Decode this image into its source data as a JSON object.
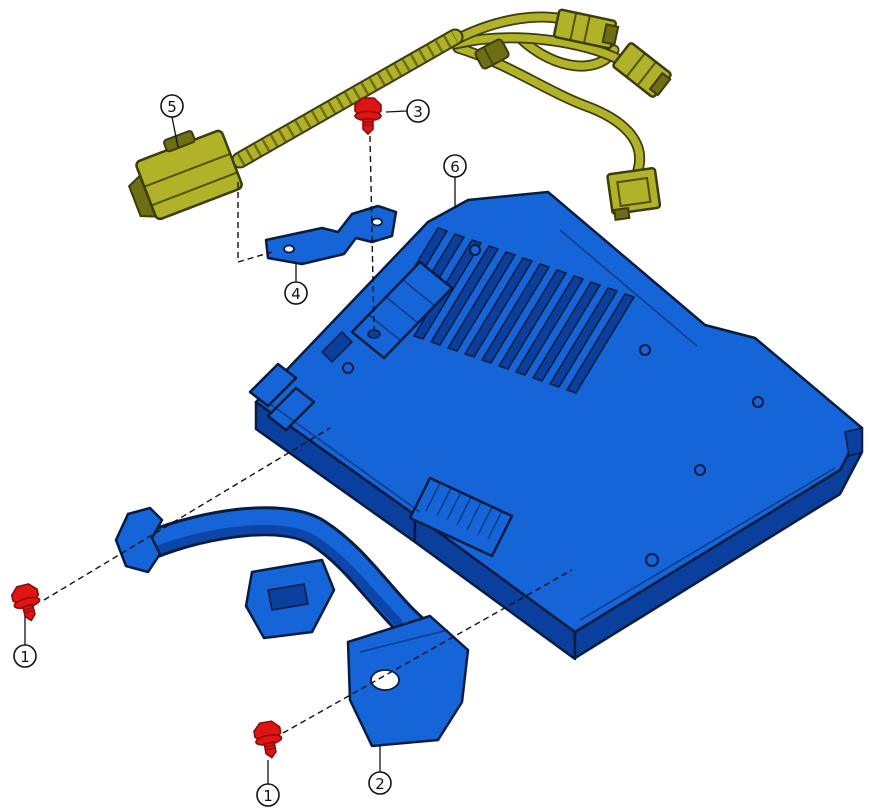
{
  "diagram": {
    "type": "exploded-parts-diagram",
    "callouts": [
      {
        "label": "5",
        "part": "harness-connector"
      },
      {
        "label": "3",
        "part": "bolt-top"
      },
      {
        "label": "6",
        "part": "main-module"
      },
      {
        "label": "4",
        "part": "small-bracket"
      },
      {
        "label": "1",
        "part": "bolt-left"
      },
      {
        "label": "1",
        "part": "bolt-bottom"
      },
      {
        "label": "2",
        "part": "mounting-bracket"
      }
    ]
  },
  "colors": {
    "background": "#ffffff",
    "module-blue": "#1565d8",
    "module-blue-dark": "#0b3f9e",
    "module-outline": "#071c3f",
    "bolt-red": "#e11414",
    "bolt-red-dark": "#8a0d0d",
    "harness-olive": "#b2b228",
    "harness-olive-dark": "#6e6e14",
    "harness-outline": "#3c3c0c"
  }
}
